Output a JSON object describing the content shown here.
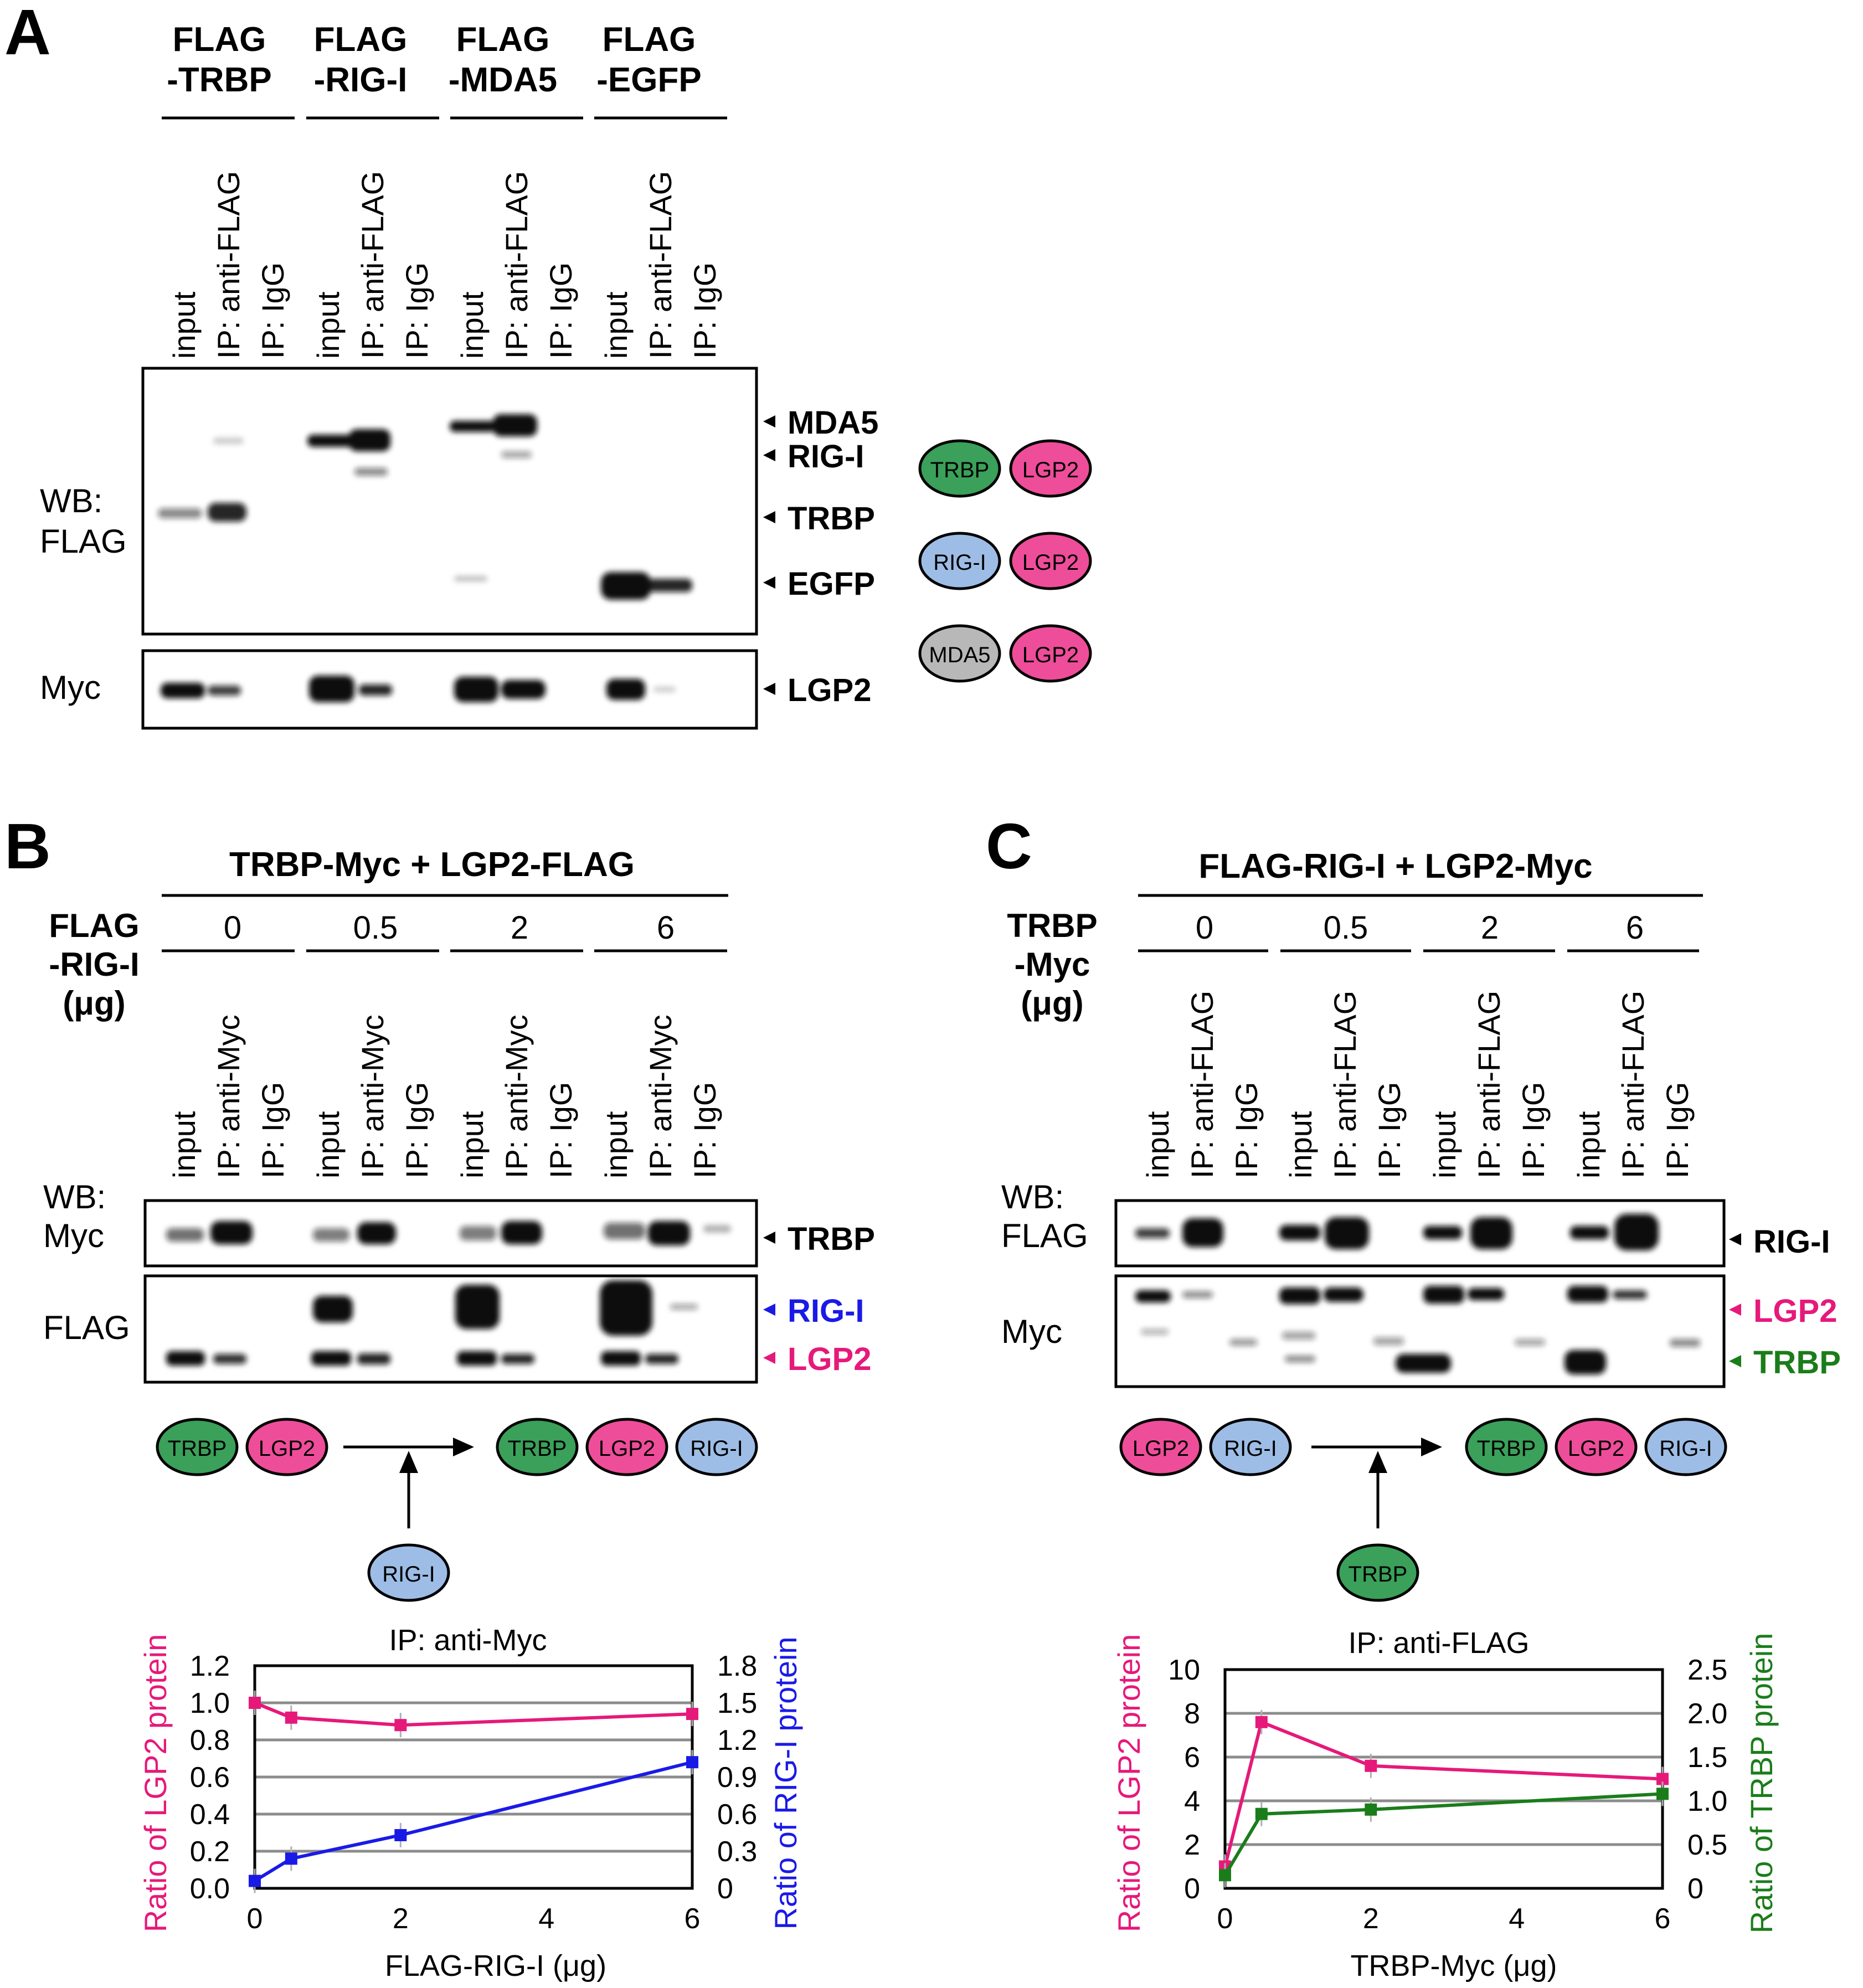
{
  "panelA": {
    "letter": "A",
    "groups": [
      {
        "l1": "FLAG",
        "l2": "-TRBP"
      },
      {
        "l1": "FLAG",
        "l2": "-RIG-I"
      },
      {
        "l1": "FLAG",
        "l2": "-MDA5"
      },
      {
        "l1": "FLAG",
        "l2": "-EGFP"
      }
    ],
    "lanes": [
      "input",
      "IP: anti-FLAG",
      "IP: IgG"
    ],
    "wb1": "WB:",
    "wb2": "FLAG",
    "myc": "Myc",
    "markers": [
      "MDA5",
      "RIG-I",
      "TRBP",
      "EGFP",
      "LGP2"
    ],
    "complexes": [
      {
        "left": "TRBP",
        "right": "LGP2"
      },
      {
        "left": "RIG-I",
        "right": "LGP2"
      },
      {
        "left": "MDA5",
        "right": "LGP2"
      }
    ]
  },
  "panelB": {
    "letter": "B",
    "header": "TRBP-Myc + LGP2-FLAG",
    "cond1": "FLAG",
    "cond2": "-RIG-I",
    "cond3": "(μg)",
    "doses": [
      "0",
      "0.5",
      "2",
      "6"
    ],
    "lanes": [
      "input",
      "IP: anti-Myc",
      "IP: IgG"
    ],
    "wb1": "WB:",
    "wb2": "Myc",
    "blot2": "FLAG",
    "markers": [
      "TRBP",
      "RIG-I",
      "LGP2"
    ],
    "scheme": {
      "a": "TRBP",
      "b": "LGP2",
      "c": "RIG-I"
    },
    "chart_title": "IP: anti-Myc",
    "ylabel_left": "Ratio of LGP2 protein",
    "ylabel_right": "Ratio of RIG-I protein",
    "xlabel": "FLAG-RIG-I (μg)"
  },
  "panelC": {
    "letter": "C",
    "header": "FLAG-RIG-I + LGP2-Myc",
    "cond1": "TRBP",
    "cond2": "-Myc",
    "cond3": "(μg)",
    "doses": [
      "0",
      "0.5",
      "2",
      "6"
    ],
    "lanes": [
      "input",
      "IP: anti-FLAG",
      "IP: IgG"
    ],
    "wb1": "WB:",
    "wb2": "FLAG",
    "blot2": "Myc",
    "markers": [
      "RIG-I",
      "LGP2",
      "TRBP"
    ],
    "scheme": {
      "a": "LGP2",
      "b": "RIG-I",
      "c": "TRBP"
    },
    "chart_title": "IP: anti-FLAG",
    "ylabel_left": "Ratio of LGP2 protein",
    "ylabel_right": "Ratio of TRBP protein",
    "xlabel": "TRBP-Myc (μg)"
  },
  "colors": {
    "pink": "#e6197a",
    "blue": "#1a1ae6",
    "green": "#1a7d1a",
    "trbp_fill": "#3aa05a",
    "lgp2_fill": "#ee4d9a",
    "rig_fill": "#9dbde6",
    "mda5_fill": "#b8b8b8"
  },
  "chart_data": [
    {
      "type": "line",
      "title": "IP: anti-Myc",
      "xlabel": "FLAG-RIG-I (μg)",
      "ylabel": "Ratio of LGP2 protein",
      "y2label": "Ratio of RIG-I protein",
      "xlim": [
        0,
        6
      ],
      "xticks": [
        0,
        2,
        4,
        6
      ],
      "ylim": [
        0,
        1.2
      ],
      "yticks": [
        0,
        0.2,
        0.4,
        0.6,
        0.8,
        1.0,
        1.2
      ],
      "y2lim": [
        0,
        1.8
      ],
      "y2ticks": [
        0,
        0.3,
        0.6,
        0.9,
        1.2,
        1.5,
        1.8
      ],
      "grid": true,
      "series": [
        {
          "name": "LGP2",
          "axis": "left",
          "color": "#e6197a",
          "x": [
            0,
            0.5,
            2,
            6
          ],
          "y": [
            1.0,
            0.92,
            0.88,
            0.94
          ]
        },
        {
          "name": "RIG-I",
          "axis": "right",
          "color": "#1a1ae6",
          "x": [
            0,
            0.5,
            2,
            6
          ],
          "y": [
            0.06,
            0.24,
            0.43,
            1.02
          ]
        }
      ]
    },
    {
      "type": "line",
      "title": "IP: anti-FLAG",
      "xlabel": "TRBP-Myc (μg)",
      "ylabel": "Ratio of LGP2 protein",
      "y2label": "Ratio of TRBP protein",
      "xlim": [
        0,
        6
      ],
      "xticks": [
        0,
        2,
        4,
        6
      ],
      "ylim": [
        0,
        10
      ],
      "yticks": [
        0,
        2,
        4,
        6,
        8,
        10
      ],
      "y2lim": [
        0,
        2.5
      ],
      "y2ticks": [
        0,
        0.5,
        1.0,
        1.5,
        2.0,
        2.5
      ],
      "grid": true,
      "series": [
        {
          "name": "LGP2",
          "axis": "left",
          "color": "#e6197a",
          "x": [
            0,
            0.5,
            2,
            6
          ],
          "y": [
            1.0,
            7.6,
            5.6,
            5.0
          ]
        },
        {
          "name": "TRBP",
          "axis": "right",
          "color": "#1a7d1a",
          "x": [
            0,
            0.5,
            2,
            6
          ],
          "y": [
            0.15,
            0.85,
            0.9,
            1.08
          ]
        }
      ]
    }
  ]
}
